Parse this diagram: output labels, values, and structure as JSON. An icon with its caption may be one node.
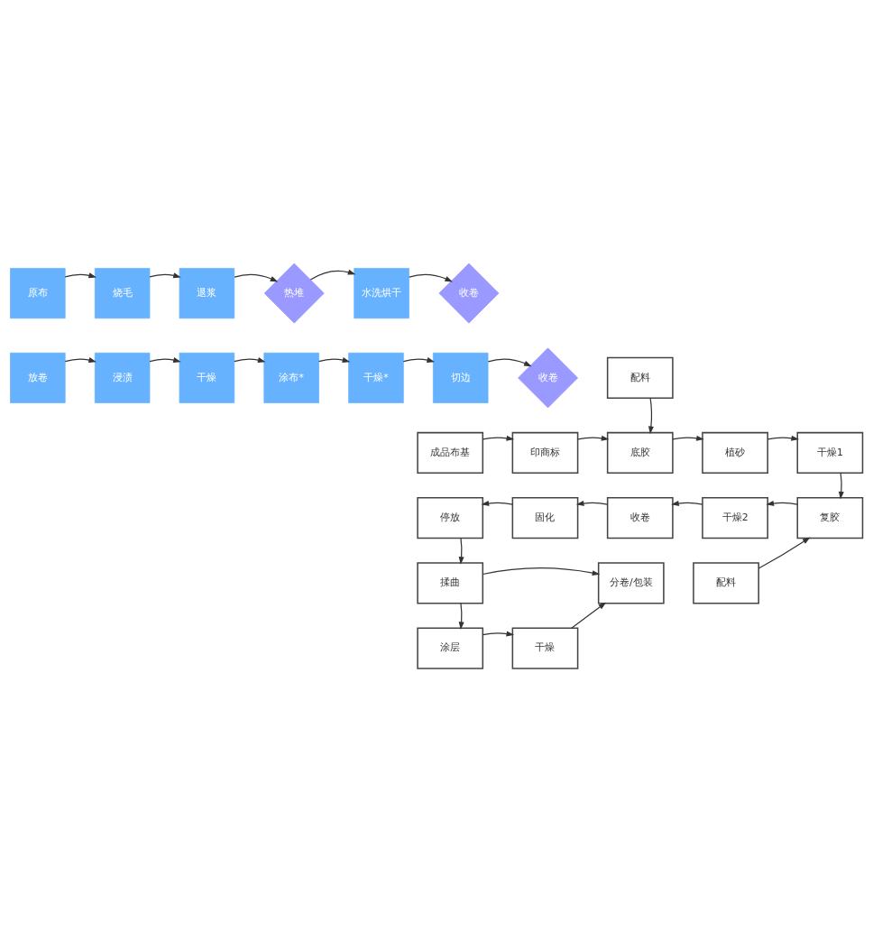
{
  "diagram": {
    "nodes": [
      {
        "text": [
          "原布"
        ]
      },
      {
        "text": [
          "烧毛"
        ]
      },
      {
        "text": [
          "退浆"
        ]
      },
      {
        "text": [
          "热堆"
        ]
      },
      {
        "text": [
          "水洗烘干"
        ]
      },
      {
        "text": [
          "收卷"
        ]
      },
      {
        "text": [
          "放卷"
        ]
      },
      {
        "text": [
          "浸渍"
        ]
      },
      {
        "text": [
          "干燥"
        ]
      },
      {
        "text": [
          "涂布*"
        ]
      },
      {
        "text": [
          "干燥*"
        ]
      },
      {
        "text": [
          "切边"
        ]
      },
      {
        "text": [
          "收卷"
        ]
      },
      {
        "text": [
          "配料"
        ]
      },
      {
        "text": [
          "成品布基"
        ]
      },
      {
        "text": [
          "印商标"
        ]
      },
      {
        "text": [
          "底胶"
        ]
      },
      {
        "text": [
          "植砂"
        ]
      },
      {
        "text": [
          "干燥1"
        ]
      },
      {
        "text": [
          "复胶"
        ]
      },
      {
        "text": [
          "干燥2"
        ]
      },
      {
        "text": [
          "收卷"
        ]
      },
      {
        "text": [
          "固化"
        ]
      },
      {
        "text": [
          "停放"
        ]
      },
      {
        "text": [
          "配料"
        ]
      },
      {
        "text": [
          "揉曲"
        ]
      },
      {
        "text": [
          "分卷/包装"
        ]
      },
      {
        "text": [
          "涂层"
        ]
      },
      {
        "text": [
          "干燥"
        ]
      }
    ],
    "edges": [
      {
        "from": 0,
        "to": 1,
        "arrow": "to"
      },
      {
        "from": 1,
        "to": 2,
        "arrow": "to"
      },
      {
        "from": 2,
        "to": 3,
        "arrow": "to"
      },
      {
        "from": 3,
        "to": 4,
        "arrow": "to"
      },
      {
        "from": 4,
        "to": 5,
        "arrow": "to"
      },
      {
        "from": 6,
        "to": 7,
        "arrow": "to"
      },
      {
        "from": 7,
        "to": 8,
        "arrow": "to"
      },
      {
        "from": 8,
        "to": 9,
        "arrow": "to"
      },
      {
        "from": 9,
        "to": 10,
        "arrow": "to"
      },
      {
        "from": 10,
        "to": 11,
        "arrow": "to"
      },
      {
        "from": 11,
        "to": 12,
        "arrow": "to"
      },
      {
        "from": 13,
        "to": 16,
        "arrow": "to"
      },
      {
        "from": 14,
        "to": 15,
        "arrow": "to"
      },
      {
        "from": 15,
        "to": 16,
        "arrow": "to"
      },
      {
        "from": 16,
        "to": 17,
        "arrow": "to"
      },
      {
        "from": 17,
        "to": 18,
        "arrow": "to"
      },
      {
        "from": 18,
        "to": 19,
        "arrow": "to"
      },
      {
        "from": 19,
        "to": 20,
        "arrow": "to"
      },
      {
        "from": 20,
        "to": 21,
        "arrow": "to"
      },
      {
        "from": 21,
        "to": 22,
        "arrow": "to"
      },
      {
        "from": 22,
        "to": 23,
        "arrow": "to"
      },
      {
        "from": 24,
        "to": 19,
        "arrow": "to"
      },
      {
        "from": 23,
        "to": 25,
        "arrow": "to"
      },
      {
        "from": 25,
        "to": 26,
        "arrow": "to"
      },
      {
        "from": 25,
        "to": 27,
        "arrow": "to"
      },
      {
        "from": 27,
        "to": 28,
        "arrow": "to"
      },
      {
        "from": 28,
        "to": 26,
        "arrow": "to"
      }
    ]
  }
}
